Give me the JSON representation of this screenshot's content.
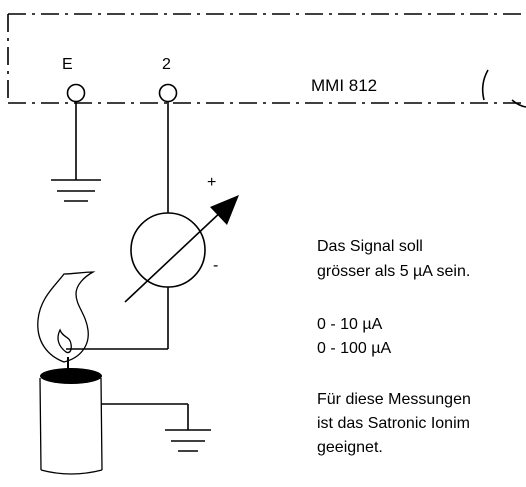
{
  "device": {
    "name": "MMI 812",
    "terminal_e_label": "E",
    "terminal_2_label": "2"
  },
  "meter": {
    "plus_label": "+",
    "minus_label": "-"
  },
  "notes": {
    "signal_line1": "Das Signal soll",
    "signal_line2": "grösser als 5 µA sein.",
    "range1": "0 - 10 µA",
    "range2": "0 - 100 µA",
    "measure_line1": "Für diese Messungen",
    "measure_line2": "ist das Satronic Ionim",
    "measure_line3": "geeignet."
  },
  "colors": {
    "line": "#000000",
    "background": "#ffffff"
  }
}
